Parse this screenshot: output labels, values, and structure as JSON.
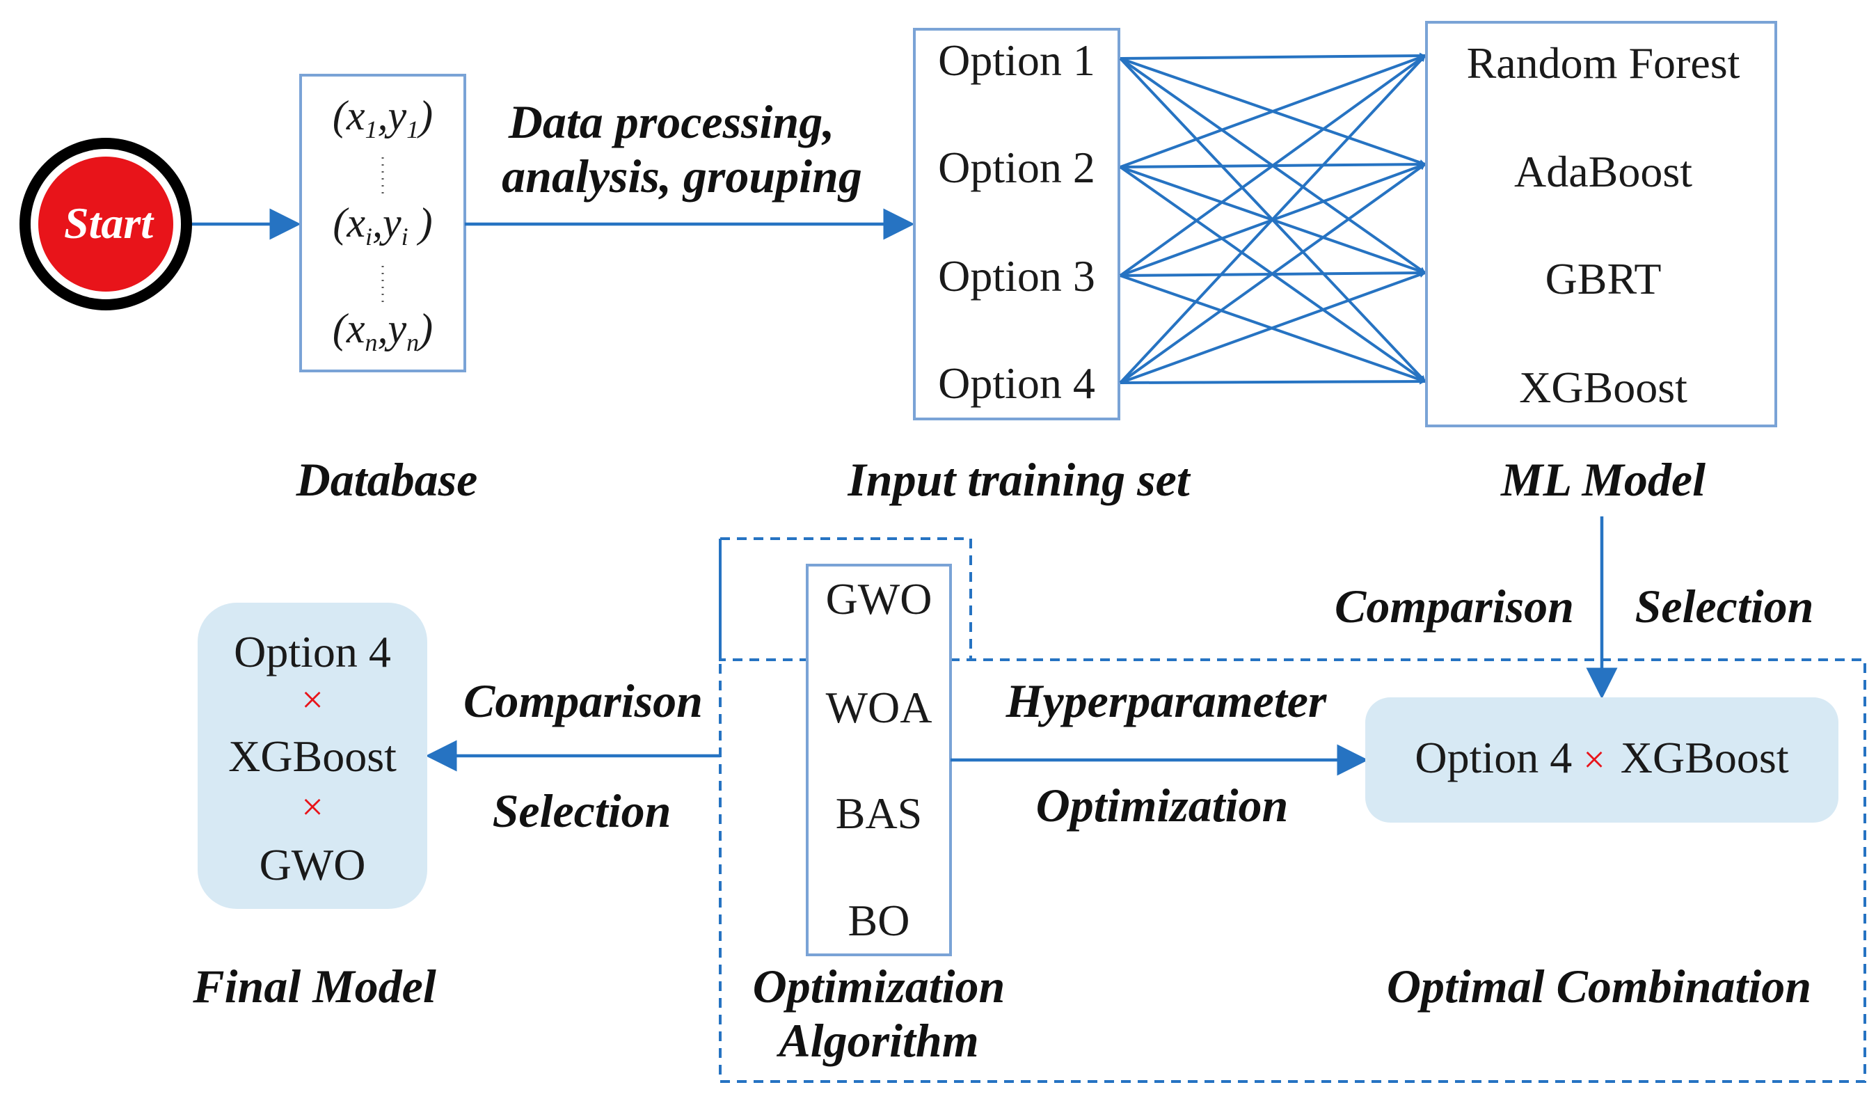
{
  "start": {
    "label": "Start"
  },
  "database": {
    "rows": [
      {
        "var1": "x",
        "sub1": "1",
        "var2": "y",
        "sub2": "1"
      },
      {
        "var1": "x",
        "sub1": "i",
        "var2": "y",
        "sub2": "i"
      },
      {
        "var1": "x",
        "sub1": "n",
        "var2": "y",
        "sub2": "n"
      }
    ],
    "caption": "Database"
  },
  "processing": {
    "line1": "Data processing,",
    "line2": "analysis, grouping"
  },
  "training_set": {
    "options": [
      "Option 1",
      "Option 2",
      "Option 3",
      "Option 4"
    ],
    "caption": "Input training set"
  },
  "ml_model": {
    "models": [
      "Random Forest",
      "AdaBoost",
      "GBRT",
      "XGBoost"
    ],
    "caption": "ML Model"
  },
  "cmp_sel_top": {
    "comparison": "Comparison",
    "selection": "Selection"
  },
  "optimization": {
    "algorithms": [
      "GWO",
      "WOA",
      "BAS",
      "BO"
    ],
    "caption_line1": "Optimization",
    "caption_line2": "Algorithm"
  },
  "hyper": {
    "line1": "Hyperparameter",
    "line2": "Optimization"
  },
  "optimal": {
    "option": "Option 4",
    "cross": "×",
    "model": "XGBoost",
    "caption": "Optimal Combination"
  },
  "cmp_sel_bottom": {
    "comparison": "Comparison",
    "selection": "Selection"
  },
  "final": {
    "option": "Option 4",
    "cross": "×",
    "model": "XGBoost",
    "algorithm": "GWO",
    "caption": "Final Model"
  },
  "colors": {
    "arrow": "#2673c2",
    "box_border": "#7aa3d6",
    "pill_fill": "#d7e9f4",
    "start_fill": "#e8141a",
    "cross": "#e8141a"
  }
}
